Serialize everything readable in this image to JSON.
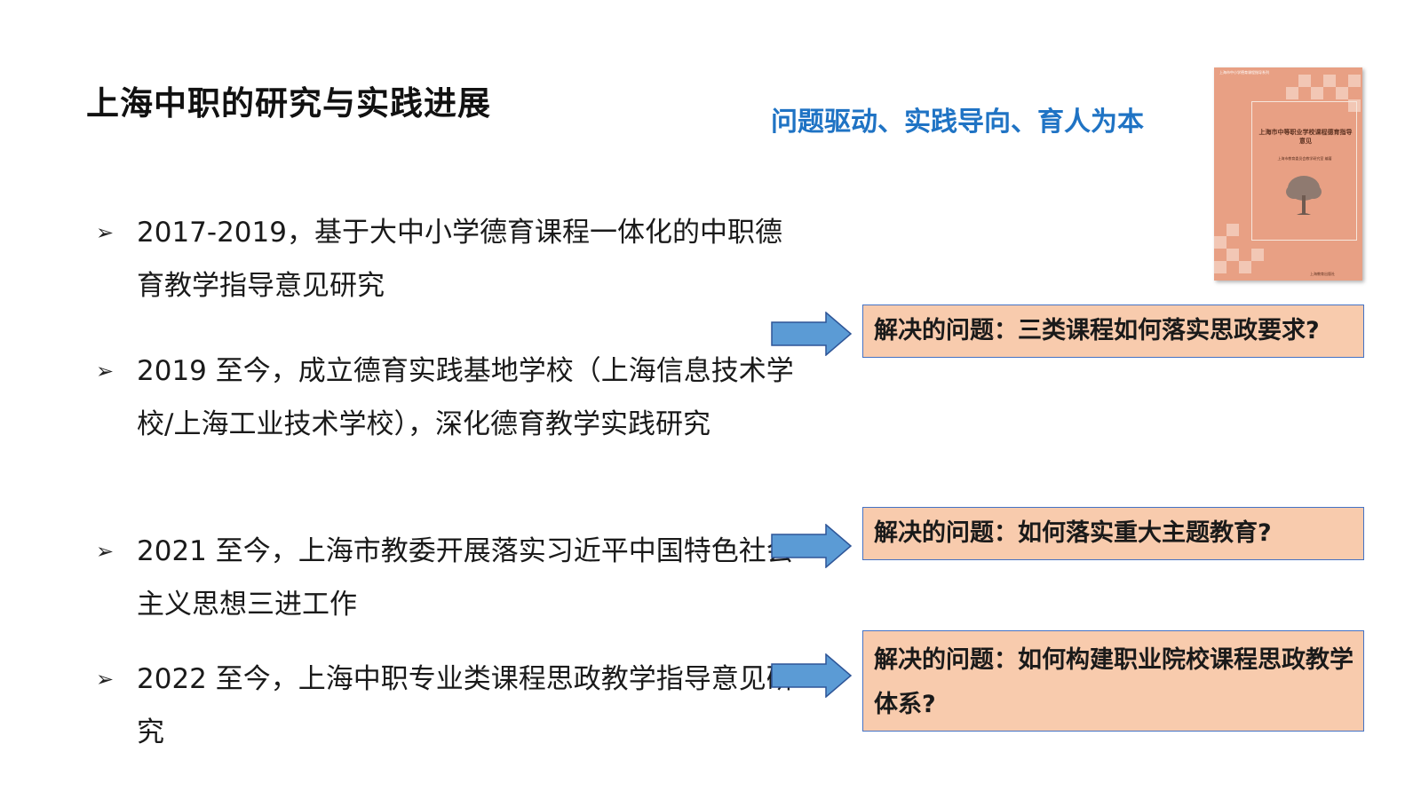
{
  "title": "上海中职的研究与实践进展",
  "slogan": "问题驱动、实践导向、育人为本",
  "bullet_marker": "➢",
  "bullets": [
    {
      "text": "2017-2019，基于大中小学德育课程一体化的中职德育教学指导意见研究"
    },
    {
      "text": "2019 至今，成立德育实践基地学校（上海信息技术学校/上海工业技术学校），深化德育教学实践研究"
    },
    {
      "text": "2021  至今，上海市教委开展落实习近平中国特色社会主义思想三进工作"
    },
    {
      "text": "2022  至今，上海中职专业类课程思政教学指导意见研究"
    }
  ],
  "questions": [
    {
      "text": "解决的问题：三类课程如何落实思政要求?"
    },
    {
      "text": "解决的问题：如何落实重大主题教育?"
    },
    {
      "text": "解决的问题：如何构建职业院校课程思政教学体系?"
    }
  ],
  "book_cover": {
    "series_text": "上海市中小学德育课程指导系列",
    "title": "上海市中等职业学校课程德育指导意见",
    "publisher_line": "上海市教育委员会教学研究室  编著",
    "press": "上海教育出版社"
  },
  "colors": {
    "slogan": "#1f73c4",
    "arrow_fill": "#5b9bd5",
    "arrow_stroke": "#2e5597",
    "box_fill": "#f8cbad",
    "box_border": "#4472c4",
    "cover": "#e8a084"
  }
}
